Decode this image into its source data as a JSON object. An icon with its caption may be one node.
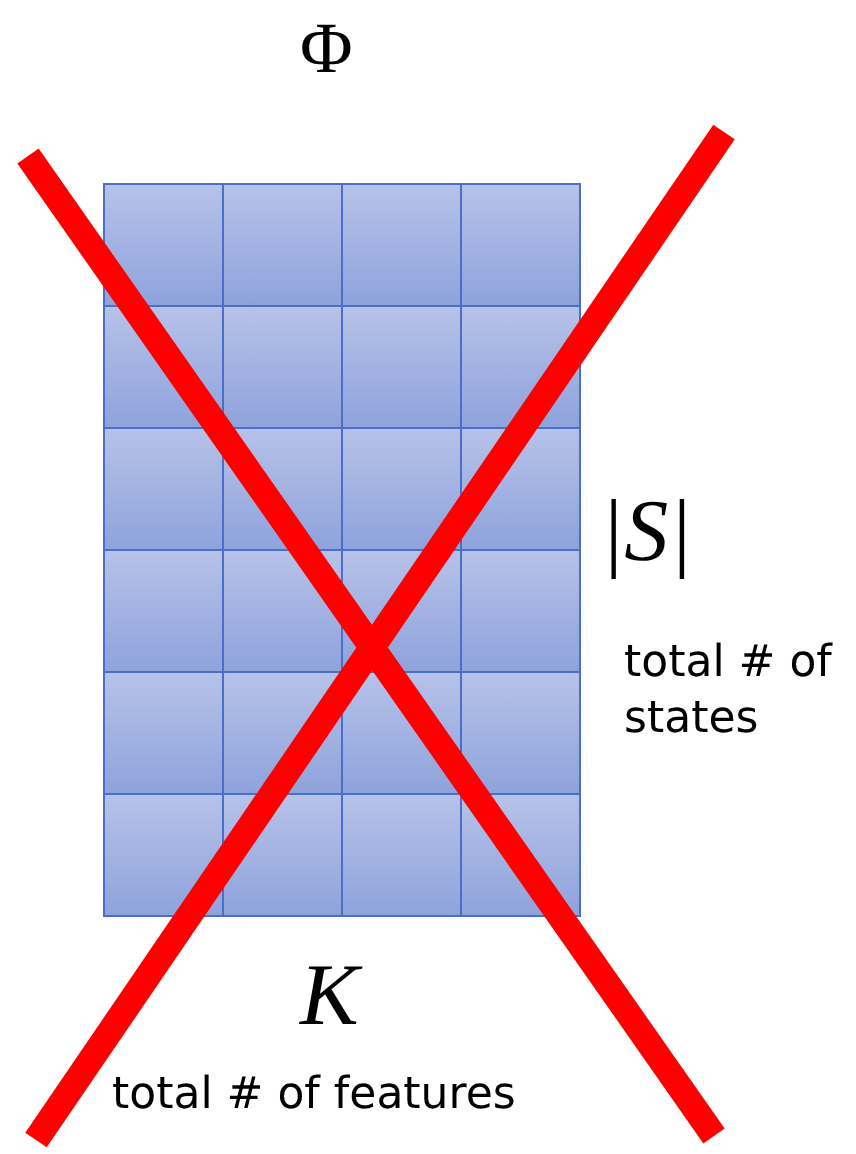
{
  "diagram": {
    "labels": [
      "Φ",
      "|S|",
      "total # of states",
      "K",
      "total # of features"
    ]
  }
}
